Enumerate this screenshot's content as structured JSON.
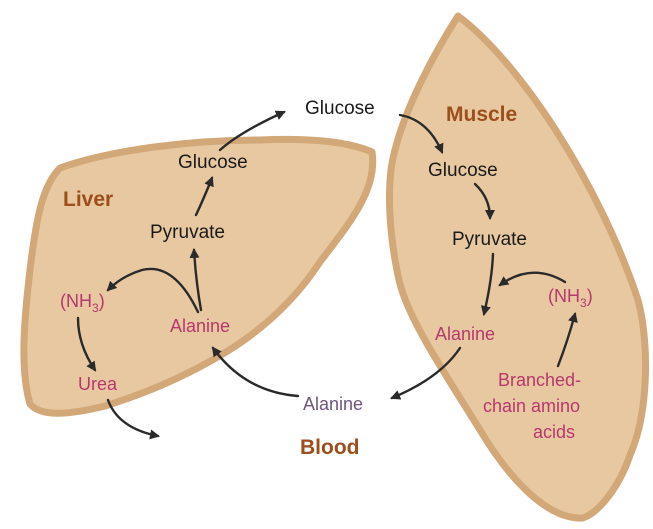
{
  "colors": {
    "organ_fill": "#e8c8a0",
    "organ_edge": "#d2a878",
    "organ_name": "#9c4f1c",
    "metabolite_dark": "#1a1a1a",
    "metabolite_pink": "#b5386e",
    "blood_metabolite": "#6e5680",
    "arrow": "#2a2a2a"
  },
  "liver": {
    "name": "Liver",
    "glucose": "Glucose",
    "pyruvate": "Pyruvate",
    "alanine": "Alanine",
    "nh3": "(NH",
    "nh3_sub": "3",
    "nh3_close": ")",
    "urea": "Urea"
  },
  "muscle": {
    "name": "Muscle",
    "glucose": "Glucose",
    "pyruvate": "Pyruvate",
    "alanine": "Alanine",
    "nh3": "(NH",
    "nh3_sub": "3",
    "nh3_close": ")",
    "bcaa_line1": "Branched-",
    "bcaa_line2": "chain amino",
    "bcaa_line3": "acids"
  },
  "blood": {
    "name": "Blood",
    "glucose": "Glucose",
    "alanine": "Alanine"
  }
}
